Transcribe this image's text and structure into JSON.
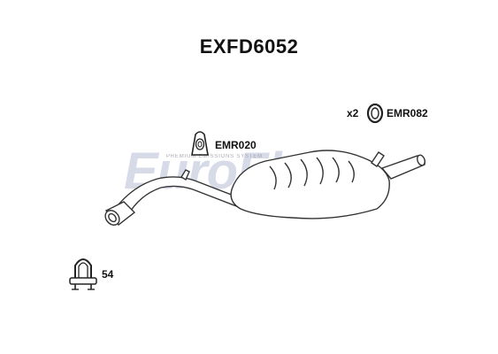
{
  "title": "EXFD6052",
  "parts": {
    "ring": {
      "qty": "x2",
      "code": "EMR082",
      "icon": "rubber-ring-icon"
    },
    "hanger": {
      "code": "EMR020",
      "icon": "rubber-hanger-icon"
    },
    "clamp": {
      "code": "54",
      "icon": "u-bolt-clamp-icon"
    }
  },
  "watermark": {
    "brand": "EuroFlo",
    "tagline": "PREMIUM EMISSIONS SYSTEM"
  },
  "colors": {
    "line": "#333333",
    "watermark": "#b8bfd6",
    "watermark_accent": "#e08a7a"
  }
}
